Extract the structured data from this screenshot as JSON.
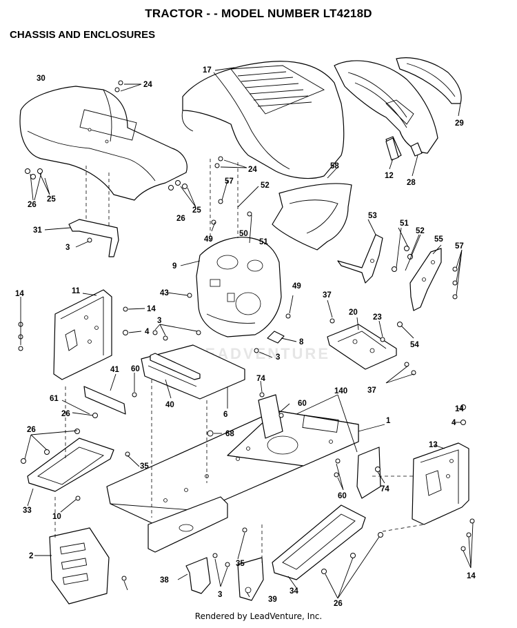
{
  "title": "TRACTOR - - MODEL NUMBER LT4218D",
  "subtitle": "CHASSIS AND ENCLOSURES",
  "footer": "Rendered by LeadVenture, Inc.",
  "watermark": "LEADVENTURE",
  "callouts": [
    "30",
    "24",
    "17",
    "29",
    "12",
    "28",
    "24",
    "26",
    "25",
    "25",
    "26",
    "58",
    "57",
    "52",
    "31",
    "3",
    "49",
    "50",
    "51",
    "53",
    "51",
    "52",
    "55",
    "57",
    "9",
    "43",
    "14",
    "11",
    "14",
    "4",
    "49",
    "3",
    "8",
    "37",
    "20",
    "23",
    "54",
    "3",
    "41",
    "60",
    "40",
    "6",
    "74",
    "140",
    "60",
    "1",
    "37",
    "61",
    "26",
    "68",
    "14",
    "4",
    "13",
    "26",
    "35",
    "33",
    "10",
    "60",
    "74",
    "2",
    "35",
    "38",
    "3",
    "39",
    "34",
    "26",
    "14"
  ]
}
